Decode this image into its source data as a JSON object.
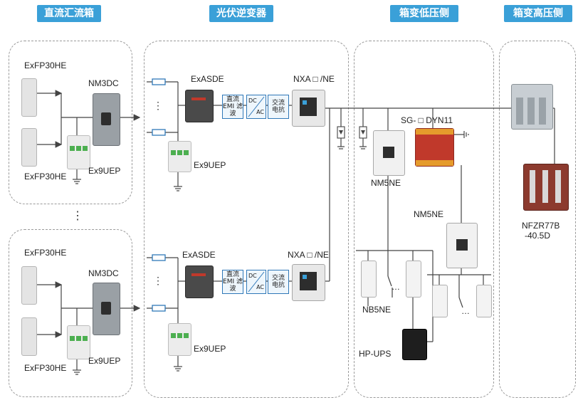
{
  "headers": {
    "dc_combiner": "直流汇流箱",
    "pv_inverter": "光伏逆变器",
    "box_low_voltage": "箱变低压侧",
    "box_high_voltage": "箱变高压侧"
  },
  "combiner_top": {
    "fuse_top_label": "ExFP30HE",
    "fuse_bottom_label": "ExFP30HE",
    "breaker_label": "NM3DC",
    "spd_label": "Ex9UEP"
  },
  "combiner_bottom": {
    "fuse_top_label": "ExFP30HE",
    "fuse_bottom_label": "ExFP30HE",
    "breaker_label": "NM3DC",
    "spd_label": "Ex9UEP"
  },
  "vertical_ellipsis": "⋮",
  "inverter_top": {
    "dc_switch_label": "ExASDE",
    "spd_label": "Ex9UEP",
    "emi_box": "直流 EMI 滤波",
    "dcac_dc": "DC",
    "dcac_ac": "AC",
    "ac_filter_box": "交流 电抗",
    "acb_label": "NXA □ /NE"
  },
  "inverter_bottom": {
    "dc_switch_label": "ExASDE",
    "spd_label": "Ex9UEP",
    "emi_box": "直流 EMI 滤波",
    "dcac_dc": "DC",
    "dcac_ac": "AC",
    "ac_filter_box": "交流 电抗",
    "acb_label": "NXA □ /NE"
  },
  "low_voltage": {
    "transformer_label": "SG- □ DYN11",
    "main_breaker_label": "NM5NE",
    "feeder_breaker_label": "NM5NE",
    "mcb_label": "NB5NE",
    "ups_label": "HP-UPS",
    "dots": "…"
  },
  "high_voltage": {
    "switchgear_label_line1": "NFZR77B",
    "switchgear_label_line2": "-40.5D"
  },
  "colors": {
    "header_bg": "#3aa0d8",
    "line": "#444444",
    "accent_blue": "#2f78b8",
    "transformer_red": "#c0392b",
    "spd_green": "#4caf50"
  }
}
